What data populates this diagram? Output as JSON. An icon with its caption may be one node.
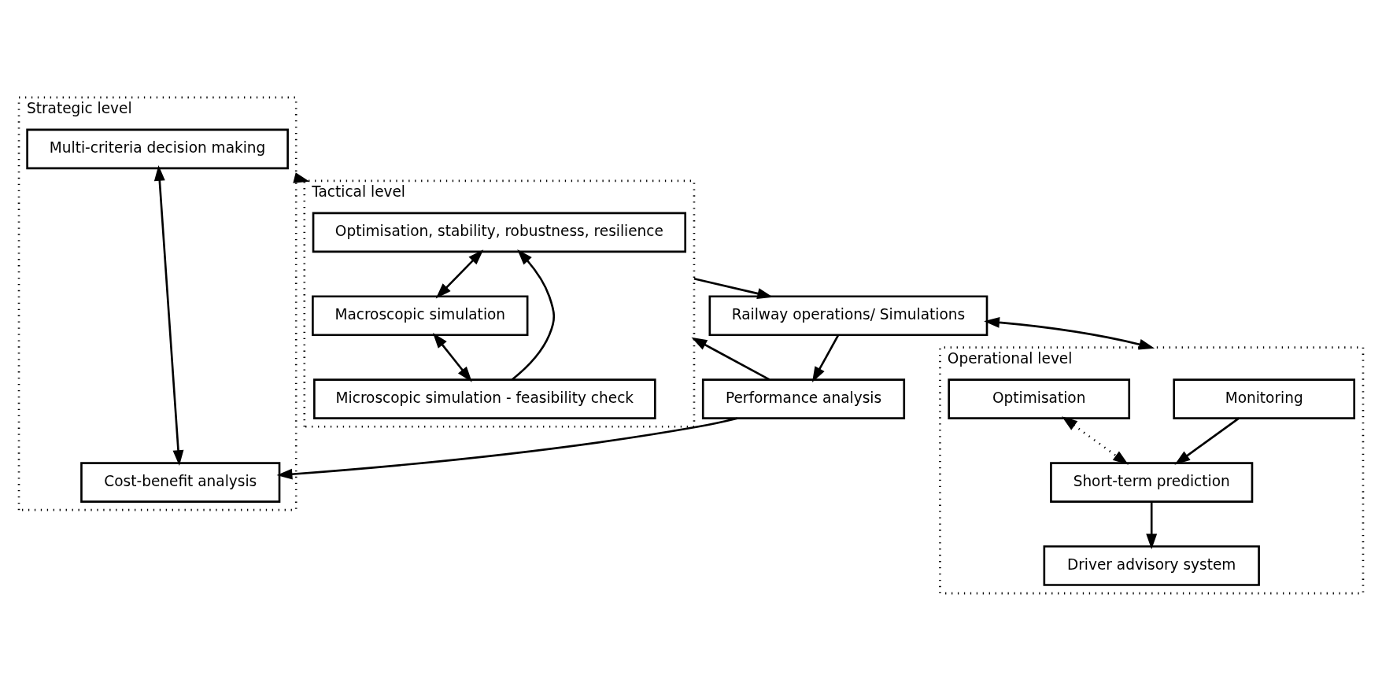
{
  "diagram": {
    "nodes": [
      {
        "text": [
          "Strategic level"
        ]
      },
      {
        "text": [
          "Multi-criteria decision making"
        ],
        "in": 0
      },
      {
        "text": [
          "Cost-benefit analysis"
        ],
        "in": 0
      },
      {
        "text": [
          "Tactical level"
        ]
      },
      {
        "text": [
          "Optimisation, stability, robustness, resilience"
        ],
        "in": 3
      },
      {
        "text": [
          "Macroscopic simulation"
        ],
        "in": 3
      },
      {
        "text": [
          "Microscopic simulation - feasibility check"
        ],
        "in": 3
      },
      {
        "text": [
          "Performance analysis"
        ]
      },
      {
        "text": [
          "Railway operations/ Simulations"
        ]
      },
      {
        "text": [
          "Operational level"
        ]
      },
      {
        "text": [
          "Monitoring"
        ],
        "in": 9
      },
      {
        "text": [
          "Short-term prediction"
        ],
        "in": 9
      },
      {
        "text": [
          "Driver advisory system"
        ],
        "in": 9
      },
      {
        "text": [
          "Optimisation"
        ],
        "in": 9
      }
    ],
    "edges": [
      {
        "from": 1,
        "to": 2,
        "arrow": "both"
      },
      {
        "from": 0,
        "to": 3,
        "arrow": "to",
        "style": "dashed"
      },
      {
        "from": 7,
        "to": 2,
        "arrow": "to"
      },
      {
        "from": 7,
        "to": 3,
        "arrow": "to"
      },
      {
        "from": 4,
        "to": 5,
        "arrow": "both"
      },
      {
        "from": 5,
        "to": 6,
        "arrow": "both"
      },
      {
        "from": 6,
        "to": 4,
        "arrow": "to"
      },
      {
        "from": 3,
        "to": 8,
        "arrow": "to"
      },
      {
        "from": 8,
        "to": 7,
        "arrow": "to"
      },
      {
        "from": 8,
        "to": 9,
        "arrow": "both"
      },
      {
        "from": 10,
        "to": 11,
        "arrow": "to"
      },
      {
        "from": 11,
        "to": 12,
        "arrow": "to"
      },
      {
        "from": 13,
        "to": 11,
        "arrow": "both",
        "style": "dashed"
      }
    ]
  }
}
